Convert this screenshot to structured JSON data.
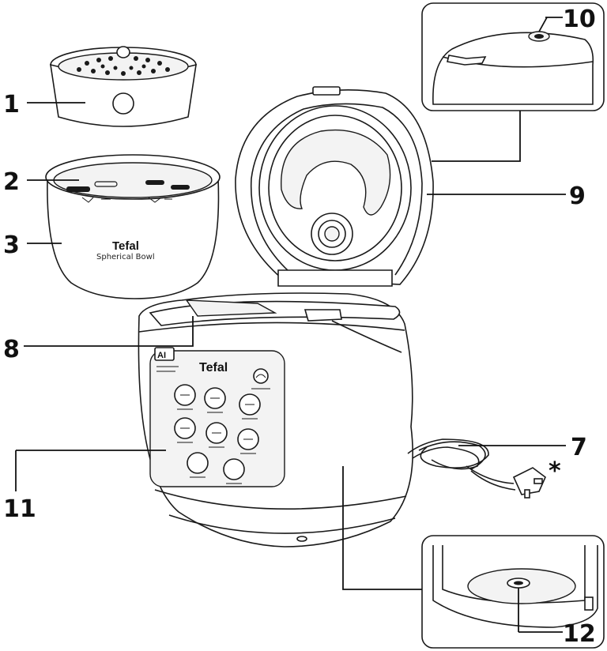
{
  "callouts": {
    "c1": "1",
    "c2": "2",
    "c3": "3",
    "c7": "7",
    "c8": "8",
    "c9": "9",
    "c10": "10",
    "c11": "11",
    "c12": "12",
    "asterisk": "*"
  },
  "bowl": {
    "brand": "Tefal",
    "model": "Spherical Bowl"
  },
  "body": {
    "brand": "Tefal",
    "ai_badge": "AI"
  },
  "icons": {
    "steam_basket": "steam-basket-icon",
    "bowl": "inner-bowl-icon",
    "cooker": "rice-cooker-icon",
    "cord": "power-cord-icon",
    "plug": "plug-icon"
  }
}
